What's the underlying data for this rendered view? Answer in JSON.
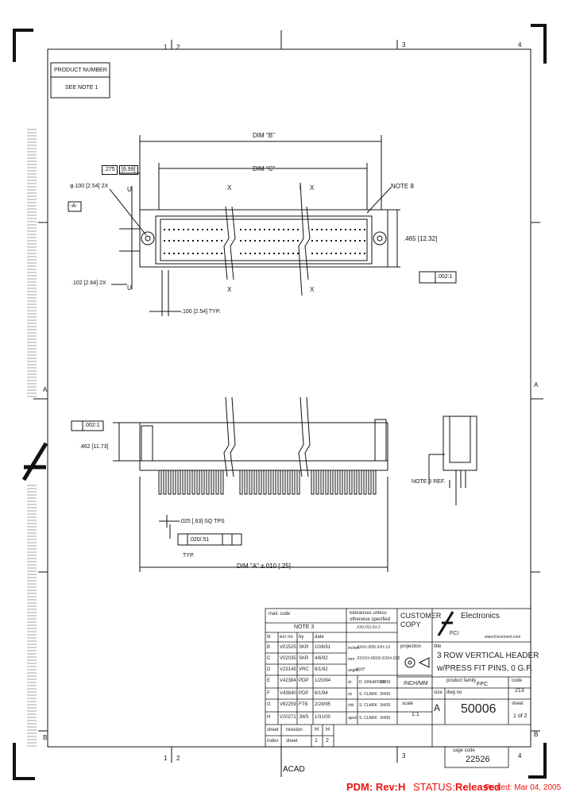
{
  "zones": {
    "top": [
      "1",
      "2",
      "3",
      "4"
    ],
    "side": [
      "A",
      "B"
    ]
  },
  "product_box": {
    "label": "PRODUCT NUMBER",
    "value": "SEE NOTE 1"
  },
  "dims": {
    "dim_b": "DIM \"B\"",
    "dim_c": "DIM \"C\"",
    "d275": ".275",
    "d275_mm": "[6.99]",
    "phi100": "φ.100 [2.54]  2X",
    "datum_a": "-A-",
    "note8": "NOTE 8",
    "d465": ".465 [12.32]",
    "flat1": ".002:1",
    "d102": ".102 [2.64] 2X",
    "d100": ".100 [2.54] TYP.",
    "flat2": ".002:1",
    "d462": ".462 [11.73]",
    "d025": ".025 [.63] SQ TPS",
    "pos": ".020/.51",
    "typ": "TYP.",
    "dim_a": "DIM \"A\" ±.010 [.25]",
    "note5": "NOTE 5 REF.",
    "x": "X",
    "u": "U"
  },
  "revisions": {
    "mail_code_label": "mail. code",
    "mail_code": "NOTE 3",
    "tol_label": "tolerances unless otherwise specified",
    "headers": [
      "ltr",
      "ecr no",
      "by",
      "date"
    ],
    "rows": [
      [
        "B",
        "V01525",
        "SKR",
        "10/6/91"
      ],
      [
        "C",
        "V02035",
        "SKR",
        "4/6/92"
      ],
      [
        "D",
        "V23145",
        "VRC",
        "9/1/92"
      ],
      [
        "E",
        "V42384",
        "PDP",
        "1/20/94"
      ],
      [
        "F",
        "V43840",
        "PDP",
        "6/1/94"
      ],
      [
        "G",
        "V62259",
        "FTB",
        "2/28/95"
      ],
      [
        "H",
        "V20271",
        "JWS",
        "1/31/00"
      ]
    ],
    "tol_rows": [
      ".XX±.01/.X±.2",
      ".XXX±.005/.XX±.13",
      ".XXXX±.0010/.XXX±.025",
      "0°±2°"
    ],
    "tol_labels": [
      "inches",
      "mm",
      "angles"
    ],
    "signoff": [
      [
        "dr",
        "D. SHEAFFER",
        "3/4/91"
      ],
      [
        "ck",
        "S. CLARK",
        "3/4/91"
      ],
      [
        "chk",
        "S. CLARK",
        "3/4/91"
      ],
      [
        "apvd",
        "S. CLARK",
        "3/4/91"
      ]
    ],
    "sheet_label": "sheet",
    "revision_label": "revision",
    "index_label": "index",
    "sheet_row": [
      "1",
      "2"
    ],
    "rev_row": [
      "H",
      "H"
    ]
  },
  "title_block": {
    "customer_copy": "CUSTOMER COPY",
    "company": "Electronics",
    "fci": "FCI",
    "web": "www.fciconnect.com",
    "projection": "projection",
    "title_label": "title",
    "title": "3 ROW VERTICAL HEADER",
    "title2": "w/PRESS FIT PINS, 0 G.P.",
    "units": "INCH/MM",
    "product_family_label": "product family",
    "product_family": "FPC",
    "size_label": "size",
    "size": "A",
    "dwg_label": "dwg no",
    "dwg_no": "50006",
    "code_label": "code",
    "code": "213",
    "scale_label": "scale",
    "scale": "1:1",
    "sheet_label": "sheet",
    "sheet": "1 of 2",
    "cage_label": "cage code",
    "cage": "22526"
  },
  "acad": "ACAD",
  "footer": {
    "pdm": "PDM: Rev:H",
    "status_label": "STATUS:",
    "status": "Released",
    "printed": "Printed: Mar 04, 2005"
  },
  "colors": {
    "stamp": "#e11111",
    "line": "#111111"
  }
}
